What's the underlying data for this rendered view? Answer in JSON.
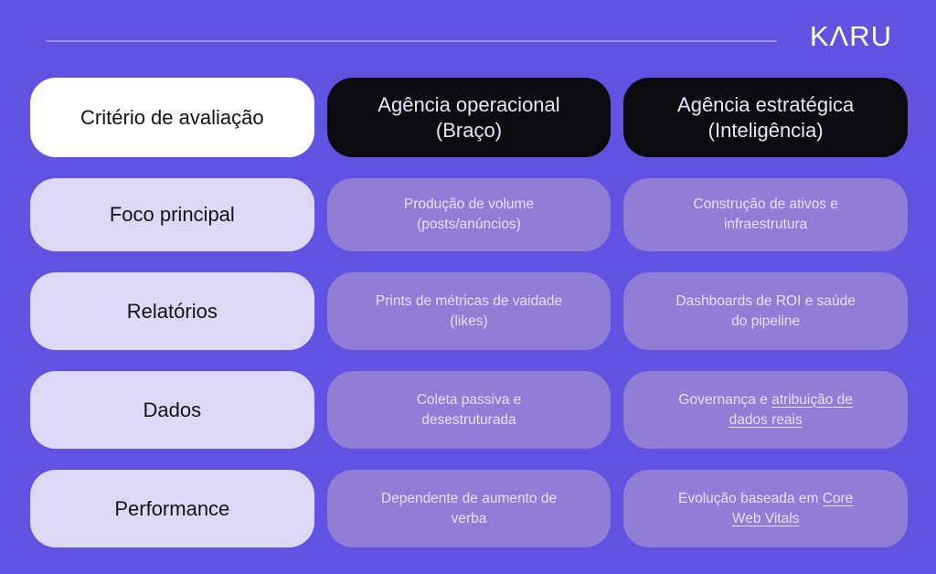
{
  "brand": {
    "logo_text": "KΛRU"
  },
  "colors": {
    "background": "#6152e2",
    "header_card_white": "#ffffff",
    "header_card_black": "#0b0a0e",
    "label_card": "#ded8f7",
    "content_card": "#8f7dd6",
    "content_text": "#e7e0fa",
    "divider": "rgba(255,255,255,0.38)"
  },
  "table": {
    "rows": [
      {
        "cells": [
          {
            "variant": "header-white",
            "segments": [
              {
                "t": "Critério de avaliação"
              }
            ]
          },
          {
            "variant": "header-black",
            "segments": [
              {
                "t": "Agência operacional\n(Braço)"
              }
            ]
          },
          {
            "variant": "header-black",
            "segments": [
              {
                "t": "Agência estratégica\n(Inteligência)"
              }
            ]
          }
        ]
      },
      {
        "cells": [
          {
            "variant": "label",
            "segments": [
              {
                "t": "Foco principal"
              }
            ]
          },
          {
            "variant": "content",
            "segments": [
              {
                "t": "Produção de volume\n(posts/anúncios)"
              }
            ]
          },
          {
            "variant": "content",
            "segments": [
              {
                "t": "Construção de ativos e\ninfraestrutura"
              }
            ]
          }
        ]
      },
      {
        "cells": [
          {
            "variant": "label",
            "segments": [
              {
                "t": "Relatórios"
              }
            ]
          },
          {
            "variant": "content",
            "segments": [
              {
                "t": "Prints de métricas de vaidade\n(likes)"
              }
            ]
          },
          {
            "variant": "content",
            "segments": [
              {
                "t": "Dashboards de ROI e saúde\ndo pipeline"
              }
            ]
          }
        ]
      },
      {
        "cells": [
          {
            "variant": "label",
            "segments": [
              {
                "t": "Dados"
              }
            ]
          },
          {
            "variant": "content",
            "segments": [
              {
                "t": "Coleta passiva e\ndesestruturada"
              }
            ]
          },
          {
            "variant": "content",
            "segments": [
              {
                "t": "Governança e "
              },
              {
                "t": "atribuição de\ndados reais",
                "u": true
              }
            ]
          }
        ]
      },
      {
        "cells": [
          {
            "variant": "label",
            "segments": [
              {
                "t": "Performance"
              }
            ]
          },
          {
            "variant": "content",
            "segments": [
              {
                "t": "Dependente de aumento de\nverba"
              }
            ]
          },
          {
            "variant": "content",
            "segments": [
              {
                "t": "Evolução baseada em "
              },
              {
                "t": "Core\nWeb Vitals",
                "u": true
              }
            ]
          }
        ]
      }
    ]
  }
}
